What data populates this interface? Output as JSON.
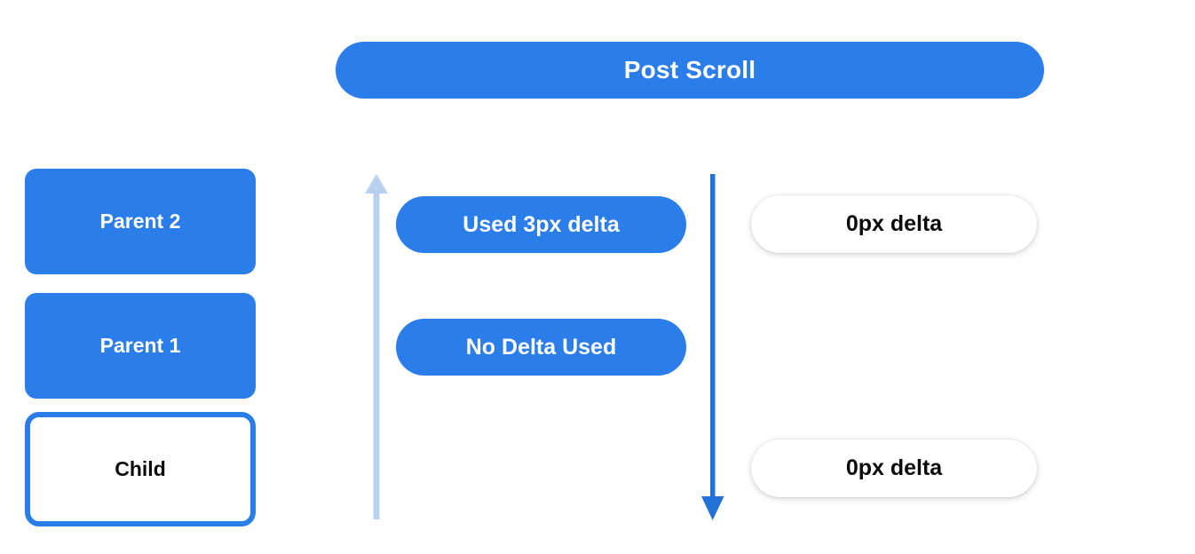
{
  "title": {
    "label": "Post Scroll"
  },
  "colors": {
    "blue": "#2b7de9",
    "light_blue": "#b9d0f0",
    "white": "#ffffff",
    "text_dark": "#0b0b0b"
  },
  "stack": {
    "items": [
      {
        "label": "Parent 2",
        "style": "filled"
      },
      {
        "label": "Parent 1",
        "style": "filled"
      },
      {
        "label": "Child",
        "style": "outlined"
      }
    ]
  },
  "arrows": [
    {
      "name": "scroll-up-arrow",
      "direction": "up",
      "color": "#b9d0f0"
    },
    {
      "name": "scroll-down-arrow",
      "direction": "down",
      "color": "#2b7de9"
    }
  ],
  "annotations": {
    "middle": [
      {
        "label": "Used 3px delta"
      },
      {
        "label": "No Delta Used"
      }
    ],
    "right": [
      {
        "label": "0px delta"
      },
      {
        "label": "0px delta"
      }
    ]
  }
}
